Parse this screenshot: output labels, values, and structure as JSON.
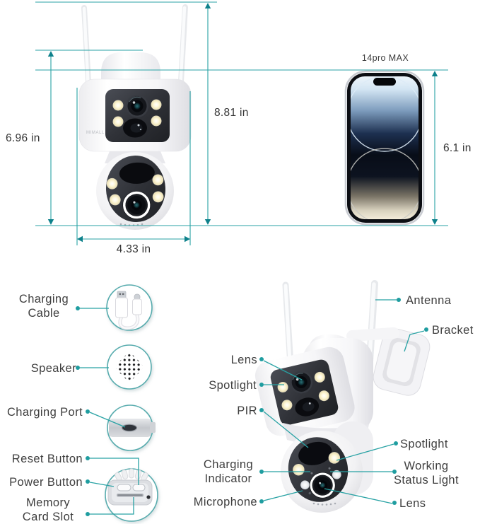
{
  "palette": {
    "accent_teal": "#28a2a4",
    "arrow_teal": "#0e818b",
    "label_text": "#3e3e3e",
    "camera_body": "#ffffff",
    "camera_face": "#303238"
  },
  "size_comparison": {
    "camera_body_height": "6.96 in",
    "camera_total_height": "8.81 in",
    "camera_width": "4.33 in",
    "camera_brand": "MIMALL",
    "phone_model": "14pro MAX",
    "phone_height": "6.1 in"
  },
  "parts_left": [
    {
      "label": "Charging Cable",
      "icon": "charging-cable-icon"
    },
    {
      "label": "Speaker",
      "icon": "speaker-icon"
    },
    {
      "label": "Charging Port",
      "icon": "charging-port-icon"
    },
    {
      "label": "Reset Button",
      "icon": "camera-bottom-view-icon"
    },
    {
      "label": "Power Button",
      "icon": "camera-bottom-view-icon"
    },
    {
      "label": "Memory Card Slot",
      "icon": "camera-bottom-view-icon"
    }
  ],
  "parts_right": [
    {
      "label": "Antenna"
    },
    {
      "label": "Bracket"
    },
    {
      "label": "Lens"
    },
    {
      "label": "Spotlight"
    },
    {
      "label": "PIR"
    },
    {
      "label": "Charging Indicator"
    },
    {
      "label": "Microphone"
    },
    {
      "label": "Spotlight"
    },
    {
      "label": "Working Status Light"
    },
    {
      "label": "Lens"
    }
  ]
}
